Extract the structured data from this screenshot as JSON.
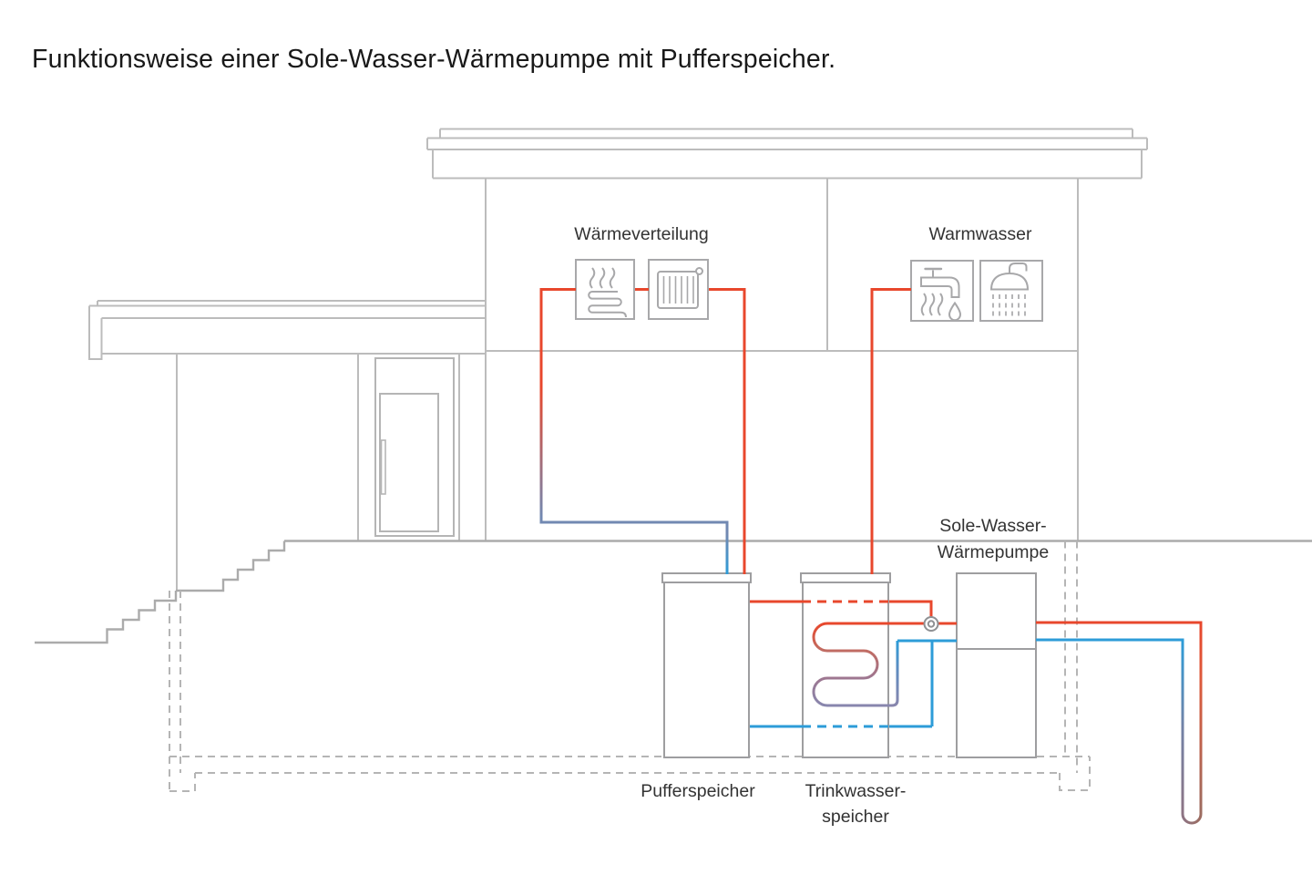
{
  "title": "Funktionsweise einer Sole-Wasser-Wärmepumpe mit Pufferspeicher.",
  "labels": {
    "heat_distribution": "Wärmeverteilung",
    "hot_water": "Warmwasser",
    "heat_pump_line1": "Sole-Wasser-",
    "heat_pump_line2": "Wärmepumpe",
    "buffer_tank": "Pufferspeicher",
    "dhw_tank_line1": "Trinkwasser-",
    "dhw_tank_line2": "speicher"
  },
  "icons": {
    "heat_distribution": [
      "underfloor-heating-icon",
      "radiator-icon"
    ],
    "hot_water": [
      "hot-water-tap-icon",
      "shower-icon"
    ],
    "system": [
      "buffer-tank",
      "drinking-water-tank",
      "heat-pump-unit",
      "mixing-valve-icon",
      "ground-probe-loop"
    ]
  },
  "colors": {
    "pipe_warm": "#e8472c",
    "pipe_cold": "#2d9cd8",
    "pipe_tempered": "#7289b2",
    "pipe_ground_warm_deep": "#9c6c60",
    "pipe_ground_cold_deep": "#8d7484",
    "house_outline": "#bcbcbc",
    "terrain_outline": "#ababab",
    "underground_dashed": "#b5b5b5",
    "equipment_outline": "#9e9ea0",
    "icon_outline": "#a8a8aa",
    "title_text": "#191919",
    "label_text": "#333333"
  }
}
